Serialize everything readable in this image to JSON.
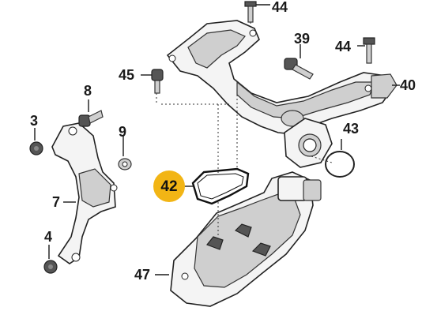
{
  "callouts": {
    "c44_top": "44",
    "c39": "39",
    "c44_right": "44",
    "c45": "45",
    "c40": "40",
    "c8": "8",
    "c3": "3",
    "c9": "9",
    "c43": "43",
    "c42": "42",
    "c7": "7",
    "c4": "4",
    "c47": "47"
  },
  "colors": {
    "highlight": "#f2b515",
    "line": "#1a1a1a"
  }
}
